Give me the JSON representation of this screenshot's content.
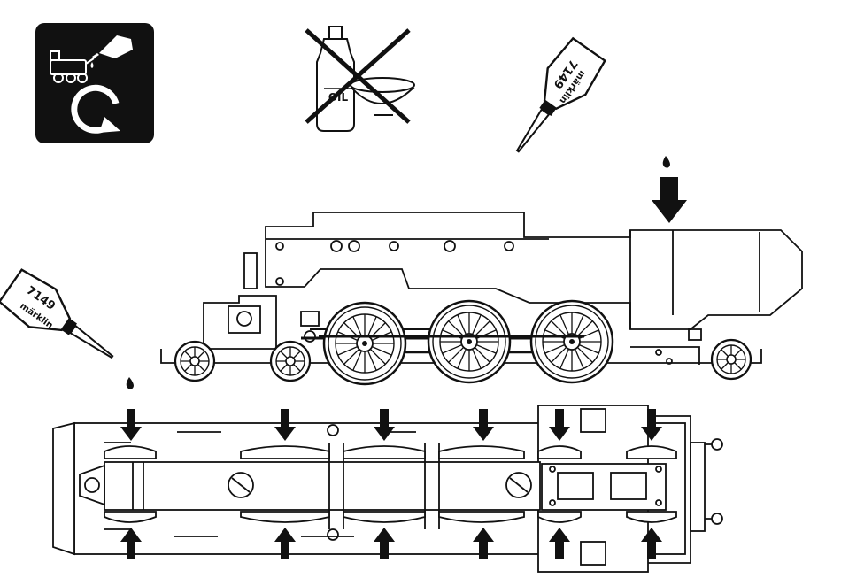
{
  "icons": {
    "service_badge": "maintenance-cycle-icon",
    "no_oil": "no-household-oil-icon",
    "oiler": "oiler-bottle-icon",
    "drop": "oil-drop-icon",
    "arrow": "apply-arrow-icon"
  },
  "labels": {
    "oil_bottle": "OIL",
    "oiler_brand": "märklin",
    "oiler_part_number": "7149"
  },
  "colors": {
    "ink": "#111111",
    "badge_background": "#111111",
    "paper": "#ffffff"
  },
  "bottom_view_arrow_pairs": 6
}
